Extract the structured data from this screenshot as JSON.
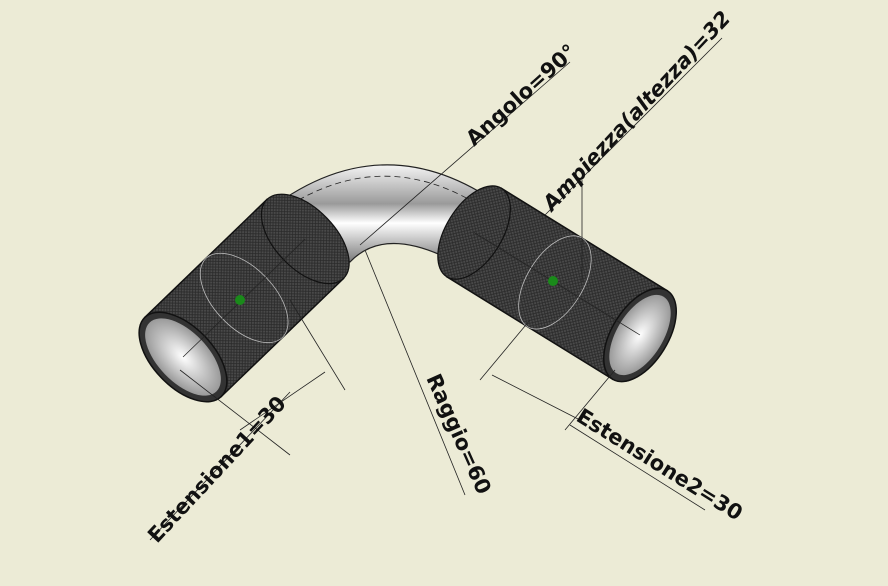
{
  "dimensions": {
    "angle": "Angolo=90°",
    "width_height": "Ampiezza(altezza)=32",
    "radius": "Raggio=60",
    "extension1": "Estensione1=30",
    "extension2": "Estensione2=30"
  },
  "colors": {
    "background": "#ecebd6",
    "tube_mesh": "#3a3a3a",
    "bend_silver": "#d8d8d8",
    "handle": "#1a8a1a"
  }
}
